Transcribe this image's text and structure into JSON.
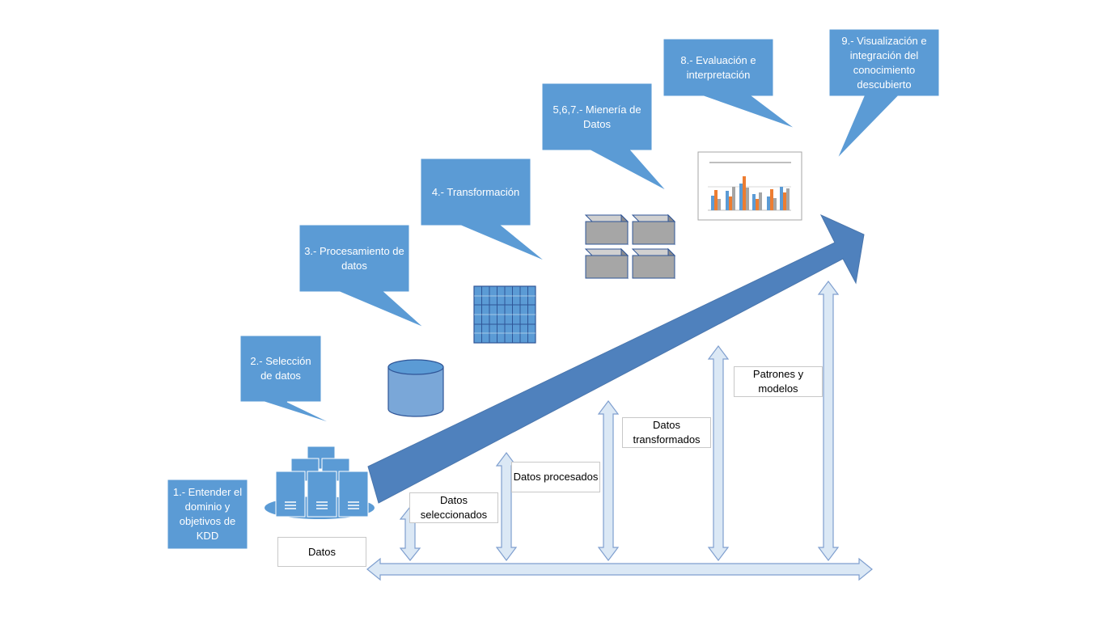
{
  "colors": {
    "callout_fill": "#5b9bd5",
    "callout_border": "#ffffff",
    "big_arrow": "#4f81bd",
    "axis_arrow_fill": "#dbe8f5",
    "axis_arrow_stroke": "#7f9fcf",
    "chart_blue": "#5b9bd5",
    "chart_orange": "#ed7d31",
    "chart_gray": "#a5a5a5",
    "cube_face": "#a6a6a6",
    "cube_border": "#2f5597"
  },
  "steps": {
    "s1": "1.- Entender el dominio y objetivos de KDD",
    "s2": "2.- Selección de datos",
    "s3": "3.- Procesamiento de datos",
    "s4": "4.- Transformación",
    "s5": "5,6,7.- Mienería de Datos",
    "s8": "8.- Evaluación e interpretación",
    "s9": "9.- Visualización e integración del conocimiento descubierto"
  },
  "labels": {
    "datos": "Datos",
    "seleccionados": "Datos seleccionados",
    "procesados": "Datos procesados",
    "transformados": "Datos transformados",
    "patrones": "Patrones y modelos"
  },
  "icons": {
    "servers": "server-stack-icon",
    "database": "database-cylinder-icon",
    "grid": "data-grid-icon",
    "cubes": "data-cubes-icon",
    "chart": "bar-chart-icon"
  }
}
